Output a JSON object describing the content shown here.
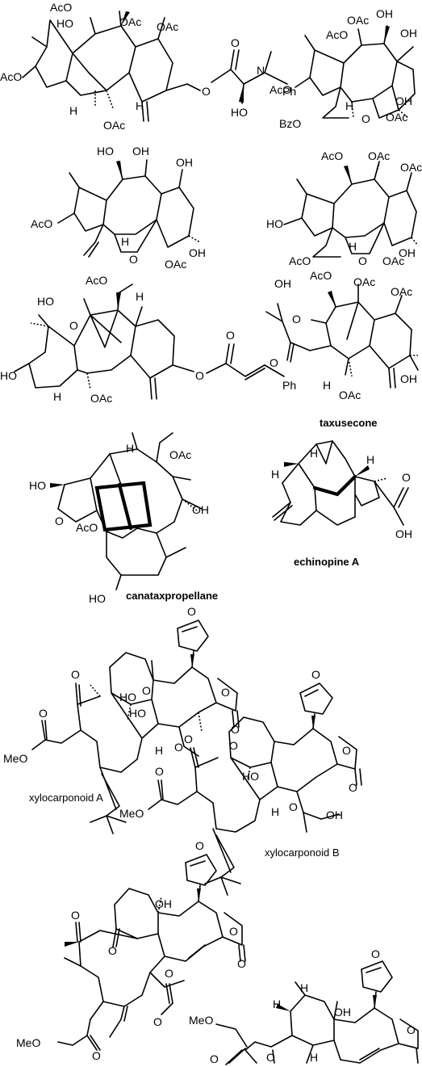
{
  "atoms": {
    "oac": "OAc",
    "aco": "AcO",
    "ho": "HO",
    "oh": "OH",
    "h": "H",
    "o": "O",
    "n": "N",
    "ph": "Ph",
    "bzo": "BzO",
    "meo": "MeO",
    "hdot": "H",
    "acoi": "AcO"
  },
  "captions": {
    "taxusecone": "taxusecone",
    "canataxpropellane": "canataxpropellane",
    "echinopine_a": "echinopine A",
    "xylocarponoid_a": "xylocarponoid A",
    "xylocarponoid_b": "xylocarponoid B"
  }
}
